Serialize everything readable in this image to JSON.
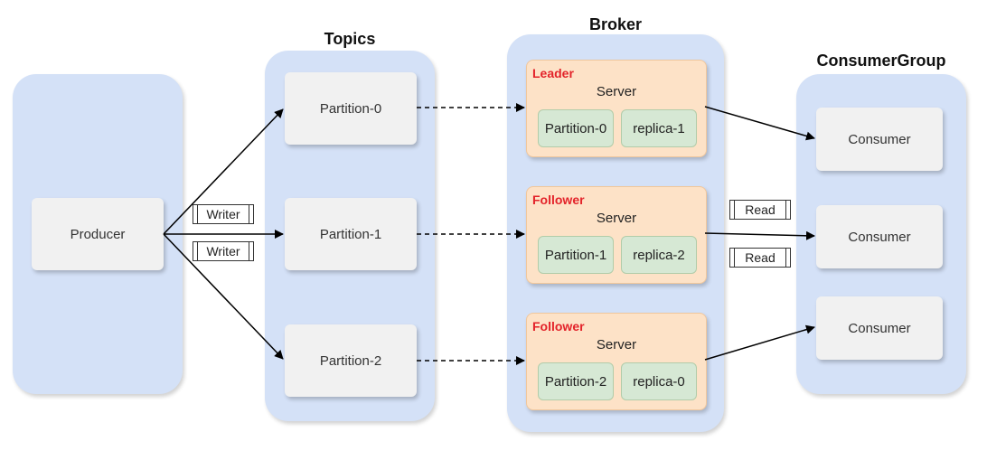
{
  "producer": {
    "label": "Producer"
  },
  "topics": {
    "title": "Topics",
    "partitions": [
      "Partition-0",
      "Partition-1",
      "Partition-2"
    ]
  },
  "broker": {
    "title": "Broker",
    "servers": [
      {
        "role": "Leader",
        "name": "Server",
        "partition": "Partition-0",
        "replica": "replica-1"
      },
      {
        "role": "Follower",
        "name": "Server",
        "partition": "Partition-1",
        "replica": "replica-2"
      },
      {
        "role": "Follower",
        "name": "Server",
        "partition": "Partition-2",
        "replica": "replica-0"
      }
    ]
  },
  "consumer_group": {
    "title": "ConsumerGroup",
    "consumers": [
      "Consumer",
      "Consumer",
      "Consumer"
    ]
  },
  "edge_labels": {
    "writer_1": "Writer",
    "writer_2": "Writer",
    "read_1": "Read",
    "read_2": "Read"
  },
  "colors": {
    "panel": "#d4e1f7",
    "box": "#f1f1f1",
    "server": "#fde2c7",
    "cell": "#d6e8d4",
    "role_text": "#e3232a"
  }
}
